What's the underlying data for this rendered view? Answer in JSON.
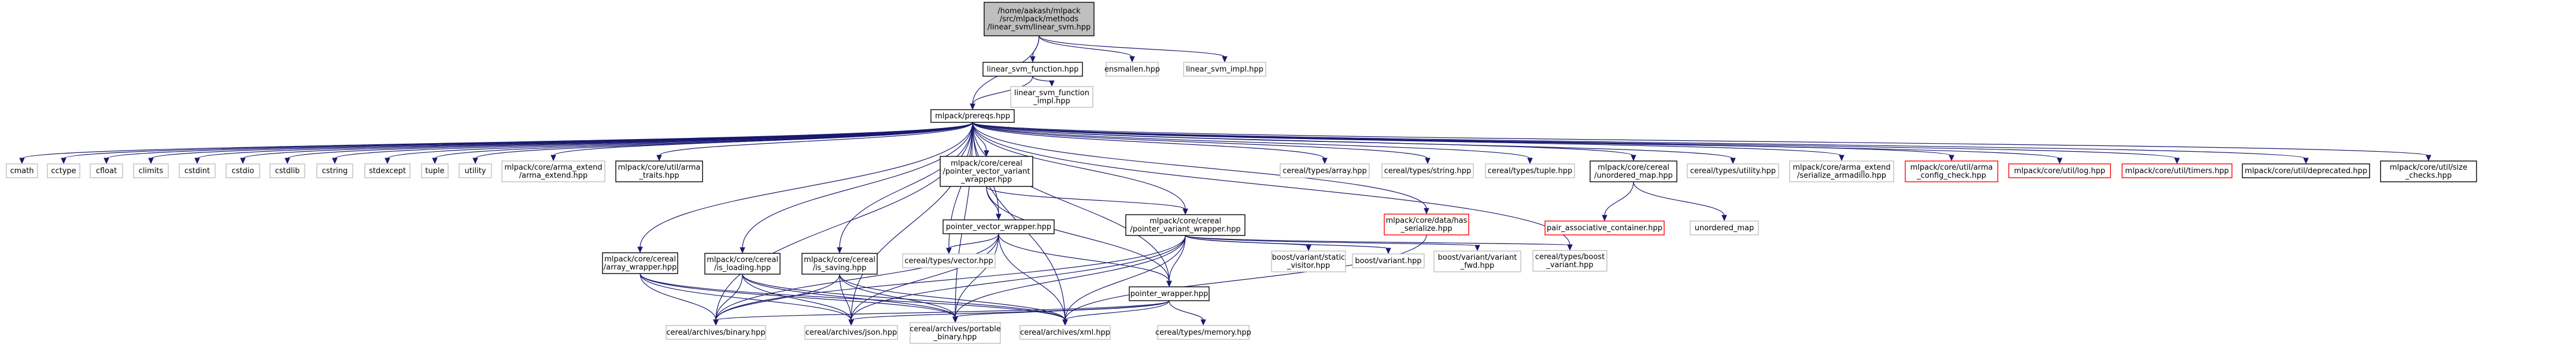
{
  "graph": {
    "nodes": [
      {
        "id": "root",
        "lines": [
          "/home/aakash/mlpack",
          "/src/mlpack/methods",
          "/linear_svm/linear_svm.hpp"
        ],
        "style": "root"
      },
      {
        "id": "lsf",
        "lines": [
          "linear_svm_function.hpp"
        ],
        "style": "normal"
      },
      {
        "id": "ens",
        "lines": [
          "ensmallen.hpp"
        ],
        "style": "external"
      },
      {
        "id": "lsi",
        "lines": [
          "linear_svm_impl.hpp"
        ],
        "style": "external"
      },
      {
        "id": "lsfi",
        "lines": [
          "linear_svm_function",
          "_impl.hpp"
        ],
        "style": "external"
      },
      {
        "id": "prereqs",
        "lines": [
          "mlpack/prereqs.hpp"
        ],
        "style": "normal"
      },
      {
        "id": "cmath",
        "lines": [
          "cmath"
        ],
        "style": "external"
      },
      {
        "id": "cctype",
        "lines": [
          "cctype"
        ],
        "style": "external"
      },
      {
        "id": "cfloat",
        "lines": [
          "cfloat"
        ],
        "style": "external"
      },
      {
        "id": "climits",
        "lines": [
          "climits"
        ],
        "style": "external"
      },
      {
        "id": "cstdint",
        "lines": [
          "cstdint"
        ],
        "style": "external"
      },
      {
        "id": "cstdio",
        "lines": [
          "cstdio"
        ],
        "style": "external"
      },
      {
        "id": "cstdlib",
        "lines": [
          "cstdlib"
        ],
        "style": "external"
      },
      {
        "id": "cstring",
        "lines": [
          "cstring"
        ],
        "style": "external"
      },
      {
        "id": "stdexcept",
        "lines": [
          "stdexcept"
        ],
        "style": "external"
      },
      {
        "id": "tuple",
        "lines": [
          "tuple"
        ],
        "style": "external"
      },
      {
        "id": "utility",
        "lines": [
          "utility"
        ],
        "style": "external"
      },
      {
        "id": "armaext",
        "lines": [
          "mlpack/core/arma_extend",
          "/arma_extend.hpp"
        ],
        "style": "external"
      },
      {
        "id": "armatraits",
        "lines": [
          "mlpack/core/util/arma",
          "_traits.hpp"
        ],
        "style": "normal"
      },
      {
        "id": "pvvw",
        "lines": [
          "mlpack/core/cereal",
          "/pointer_vector_variant",
          "_wrapper.hpp"
        ],
        "style": "normal"
      },
      {
        "id": "carray",
        "lines": [
          "cereal/types/array.hpp"
        ],
        "style": "external"
      },
      {
        "id": "cstring2",
        "lines": [
          "cereal/types/string.hpp"
        ],
        "style": "external"
      },
      {
        "id": "ctuple",
        "lines": [
          "cereal/types/tuple.hpp"
        ],
        "style": "external"
      },
      {
        "id": "umap",
        "lines": [
          "mlpack/core/cereal",
          "/unordered_map.hpp"
        ],
        "style": "normal"
      },
      {
        "id": "cutil",
        "lines": [
          "cereal/types/utility.hpp"
        ],
        "style": "external"
      },
      {
        "id": "serarma",
        "lines": [
          "mlpack/core/arma_extend",
          "/serialize_armadillo.hpp"
        ],
        "style": "external"
      },
      {
        "id": "armacfg",
        "lines": [
          "mlpack/core/util/arma",
          "_config_check.hpp"
        ],
        "style": "red"
      },
      {
        "id": "log",
        "lines": [
          "mlpack/core/util/log.hpp"
        ],
        "style": "red"
      },
      {
        "id": "timers",
        "lines": [
          "mlpack/core/util/timers.hpp"
        ],
        "style": "red"
      },
      {
        "id": "depr",
        "lines": [
          "mlpack/core/util/deprecated.hpp"
        ],
        "style": "normal"
      },
      {
        "id": "sizechk",
        "lines": [
          "mlpack/core/util/size",
          "_checks.hpp"
        ],
        "style": "normal"
      },
      {
        "id": "pvw",
        "lines": [
          "pointer_vector_wrapper.hpp"
        ],
        "style": "normal"
      },
      {
        "id": "pvarw",
        "lines": [
          "mlpack/core/cereal",
          "/pointer_variant_wrapper.hpp"
        ],
        "style": "normal"
      },
      {
        "id": "hasser",
        "lines": [
          "mlpack/core/data/has",
          "_serialize.hpp"
        ],
        "style": "red"
      },
      {
        "id": "passoc",
        "lines": [
          "pair_associative_container.hpp"
        ],
        "style": "red"
      },
      {
        "id": "unmap",
        "lines": [
          "unordered_map"
        ],
        "style": "external"
      },
      {
        "id": "cvector",
        "lines": [
          "cereal/types/vector.hpp"
        ],
        "style": "external"
      },
      {
        "id": "bvsv",
        "lines": [
          "boost/variant/static",
          "_visitor.hpp"
        ],
        "style": "external"
      },
      {
        "id": "bvar",
        "lines": [
          "boost/variant.hpp"
        ],
        "style": "external"
      },
      {
        "id": "bvfwd",
        "lines": [
          "boost/variant/variant",
          "_fwd.hpp"
        ],
        "style": "external"
      },
      {
        "id": "cbv",
        "lines": [
          "cereal/types/boost",
          "_variant.hpp"
        ],
        "style": "external"
      },
      {
        "id": "arrw",
        "lines": [
          "mlpack/core/cereal",
          "/array_wrapper.hpp"
        ],
        "style": "normal"
      },
      {
        "id": "isload",
        "lines": [
          "mlpack/core/cereal",
          "/is_loading.hpp"
        ],
        "style": "normal"
      },
      {
        "id": "issave",
        "lines": [
          "mlpack/core/cereal",
          "/is_saving.hpp"
        ],
        "style": "normal"
      },
      {
        "id": "pw",
        "lines": [
          "pointer_wrapper.hpp"
        ],
        "style": "normal"
      },
      {
        "id": "cbin",
        "lines": [
          "cereal/archives/binary.hpp"
        ],
        "style": "external"
      },
      {
        "id": "cjson",
        "lines": [
          "cereal/archives/json.hpp"
        ],
        "style": "external"
      },
      {
        "id": "cport",
        "lines": [
          "cereal/archives/portable",
          "_binary.hpp"
        ],
        "style": "external"
      },
      {
        "id": "cxml",
        "lines": [
          "cereal/archives/xml.hpp"
        ],
        "style": "external"
      },
      {
        "id": "cmem",
        "lines": [
          "cereal/types/memory.hpp"
        ],
        "style": "external"
      }
    ],
    "edges": [
      [
        "root",
        "lsf"
      ],
      [
        "root",
        "ens"
      ],
      [
        "root",
        "lsi"
      ],
      [
        "root",
        "prereqs"
      ],
      [
        "lsf",
        "prereqs"
      ],
      [
        "lsf",
        "lsfi"
      ],
      [
        "prereqs",
        "cmath"
      ],
      [
        "prereqs",
        "cctype"
      ],
      [
        "prereqs",
        "cfloat"
      ],
      [
        "prereqs",
        "climits"
      ],
      [
        "prereqs",
        "cstdint"
      ],
      [
        "prereqs",
        "cstdio"
      ],
      [
        "prereqs",
        "cstdlib"
      ],
      [
        "prereqs",
        "cstring"
      ],
      [
        "prereqs",
        "stdexcept"
      ],
      [
        "prereqs",
        "tuple"
      ],
      [
        "prereqs",
        "utility"
      ],
      [
        "prereqs",
        "armaext"
      ],
      [
        "prereqs",
        "armatraits"
      ],
      [
        "prereqs",
        "pvvw"
      ],
      [
        "prereqs",
        "carray"
      ],
      [
        "prereqs",
        "cstring2"
      ],
      [
        "prereqs",
        "ctuple"
      ],
      [
        "prereqs",
        "umap"
      ],
      [
        "prereqs",
        "cutil"
      ],
      [
        "prereqs",
        "serarma"
      ],
      [
        "prereqs",
        "armacfg"
      ],
      [
        "prereqs",
        "log"
      ],
      [
        "prereqs",
        "timers"
      ],
      [
        "prereqs",
        "depr"
      ],
      [
        "prereqs",
        "sizechk"
      ],
      [
        "prereqs",
        "pvw"
      ],
      [
        "prereqs",
        "pvarw"
      ],
      [
        "prereqs",
        "hasser"
      ],
      [
        "prereqs",
        "cvector"
      ],
      [
        "prereqs",
        "cbv"
      ],
      [
        "prereqs",
        "arrw"
      ],
      [
        "prereqs",
        "isload"
      ],
      [
        "prereqs",
        "issave"
      ],
      [
        "prereqs",
        "pw"
      ],
      [
        "prereqs",
        "cbin"
      ],
      [
        "prereqs",
        "cjson"
      ],
      [
        "prereqs",
        "cport"
      ],
      [
        "prereqs",
        "cxml"
      ],
      [
        "pvvw",
        "pvw"
      ],
      [
        "pvvw",
        "pvarw"
      ],
      [
        "pvvw",
        "pw"
      ],
      [
        "umap",
        "passoc"
      ],
      [
        "umap",
        "unmap"
      ],
      [
        "pvw",
        "cvector"
      ],
      [
        "pvw",
        "pw"
      ],
      [
        "pvw",
        "cbin"
      ],
      [
        "pvw",
        "cjson"
      ],
      [
        "pvw",
        "cport"
      ],
      [
        "pvw",
        "cxml"
      ],
      [
        "pvarw",
        "pw"
      ],
      [
        "pvarw",
        "bvsv"
      ],
      [
        "pvarw",
        "bvar"
      ],
      [
        "pvarw",
        "bvfwd"
      ],
      [
        "pvarw",
        "cbv"
      ],
      [
        "pvarw",
        "cbin"
      ],
      [
        "pvarw",
        "cjson"
      ],
      [
        "pvarw",
        "cport"
      ],
      [
        "pvarw",
        "cxml"
      ],
      [
        "hasser",
        "cxml"
      ],
      [
        "arrw",
        "cbin"
      ],
      [
        "arrw",
        "cjson"
      ],
      [
        "arrw",
        "cport"
      ],
      [
        "arrw",
        "cxml"
      ],
      [
        "isload",
        "cbin"
      ],
      [
        "isload",
        "cjson"
      ],
      [
        "isload",
        "cport"
      ],
      [
        "isload",
        "cxml"
      ],
      [
        "issave",
        "cbin"
      ],
      [
        "issave",
        "cjson"
      ],
      [
        "issave",
        "cport"
      ],
      [
        "issave",
        "cxml"
      ],
      [
        "pw",
        "cmem"
      ],
      [
        "pw",
        "cbin"
      ],
      [
        "pw",
        "cjson"
      ],
      [
        "pw",
        "cport"
      ],
      [
        "pw",
        "cxml"
      ]
    ]
  },
  "colors": {
    "edge": "#191970",
    "root_fill": "#bfbfbf",
    "root_stroke": "#000000",
    "normal_stroke": "#000000",
    "external_stroke": "#bfbfbf",
    "red_stroke": "#ff0000",
    "text": "#000000"
  }
}
